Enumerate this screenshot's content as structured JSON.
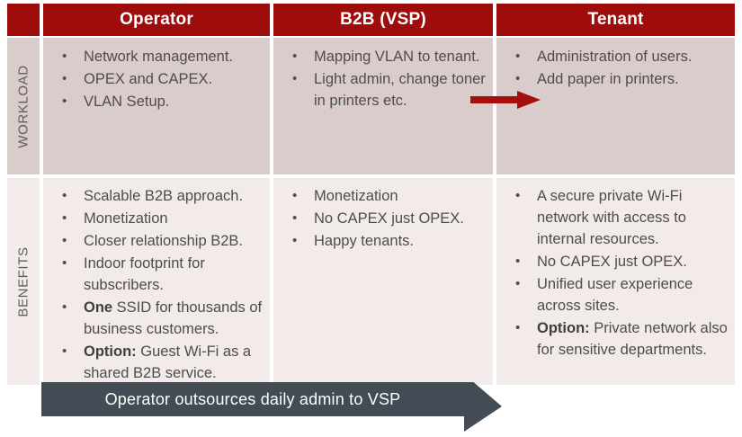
{
  "table": {
    "header": {
      "corner_label": "",
      "columns": [
        {
          "key": "operator",
          "label": "Operator"
        },
        {
          "key": "b2b",
          "label": "B2B (VSP)"
        },
        {
          "key": "tenant",
          "label": "Tenant"
        }
      ]
    },
    "rows": [
      {
        "key": "workload",
        "label": "WORKLOAD",
        "cells": {
          "operator": [
            {
              "text": "Network management."
            },
            {
              "text": "OPEX and CAPEX."
            },
            {
              "text": "VLAN Setup."
            }
          ],
          "b2b": [
            {
              "text": "Mapping VLAN to tenant."
            },
            {
              "text": "Light admin, change toner in printers etc."
            }
          ],
          "tenant": [
            {
              "text": "Administration of users."
            },
            {
              "text": "Add paper in printers."
            }
          ]
        }
      },
      {
        "key": "benefits",
        "label": "BENEFITS",
        "cells": {
          "operator": [
            {
              "text": "Scalable B2B approach."
            },
            {
              "text": "Monetization"
            },
            {
              "text": "Closer relationship B2B."
            },
            {
              "text": "Indoor footprint for subscribers."
            },
            {
              "bold": "One",
              "text": " SSID for thousands of business customers."
            },
            {
              "bold": "Option:",
              "text": " Guest Wi-Fi as a shared B2B service."
            }
          ],
          "b2b": [
            {
              "text": "Monetization"
            },
            {
              "text": "No CAPEX just OPEX."
            },
            {
              "text": "Happy tenants."
            }
          ],
          "tenant": [
            {
              "text": "A secure private Wi-Fi network with access to internal resources."
            },
            {
              "text": "No CAPEX just OPEX."
            },
            {
              "text": "Unified user experience across sites."
            },
            {
              "bold": "Option:",
              "text": " Private network also for sensitive departments."
            }
          ]
        }
      }
    ]
  },
  "annotations": {
    "flow_arrow_label": "flow-arrow-b2b-to-tenant",
    "banner": {
      "text": "Operator outsources daily admin to VSP"
    }
  },
  "colors": {
    "header_red": "#9e0c0c",
    "workload_row_bg": "#dbcccc",
    "benefits_row_bg": "#f3eaea",
    "arrow_red": "#a50f0f",
    "banner_gray": "#434b55",
    "text_gray": "#4d4d4d",
    "label_gray": "#5e5e5e"
  }
}
